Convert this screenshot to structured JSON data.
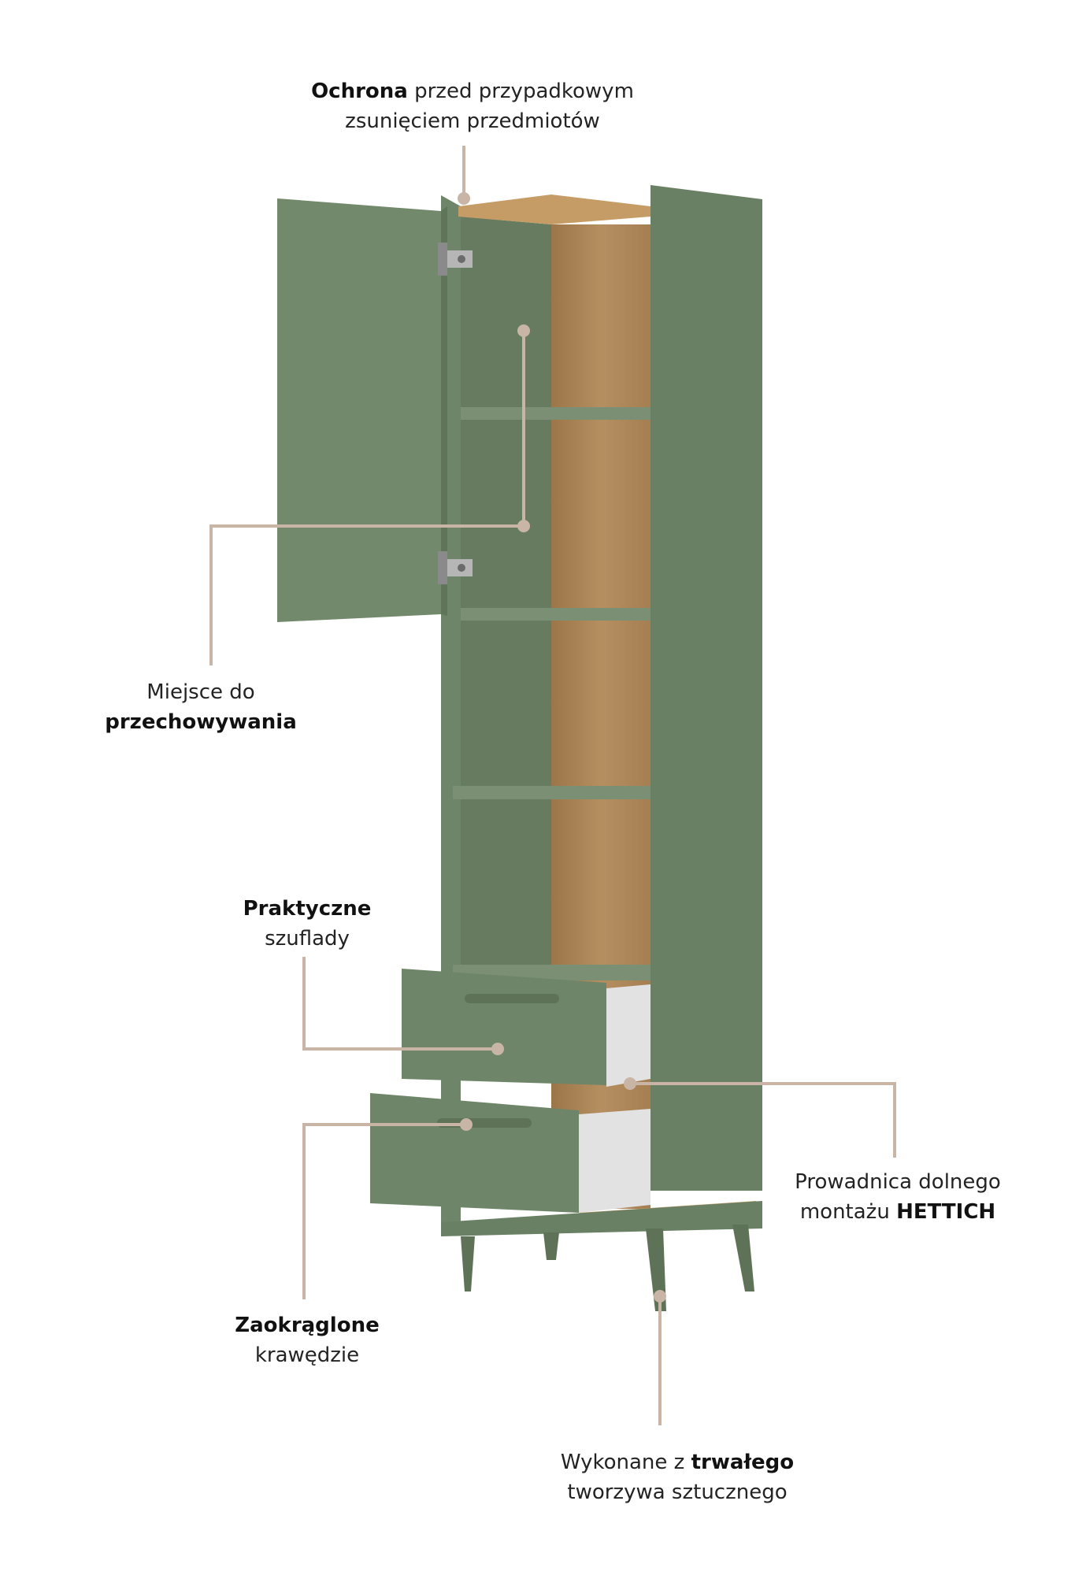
{
  "callouts": {
    "protection": {
      "bold": "Ochrona",
      "rest": " przed przypadkowym",
      "line2": "zsunięciem przedmiotów"
    },
    "storage": {
      "line1": "Miejsce do",
      "bold": "przechowywania"
    },
    "drawers": {
      "bold": "Praktyczne",
      "line2": "szuflady"
    },
    "runner": {
      "line1": "Prowadnica dolnego",
      "pre": "montażu ",
      "bold": "HETTICH"
    },
    "edges": {
      "bold": "Zaokrąglone",
      "line2": "krawędzie"
    },
    "material": {
      "pre": "Wykonane z ",
      "bold": "trwałego",
      "line2": "tworzywa sztucznego"
    }
  },
  "colors": {
    "cabinet_green": "#6f8569",
    "cabinet_green_dark": "#5d7257",
    "wood": "#b08a5c",
    "leader_line": "#c8b5a6",
    "drawer_inside": "#e0e0e0"
  }
}
